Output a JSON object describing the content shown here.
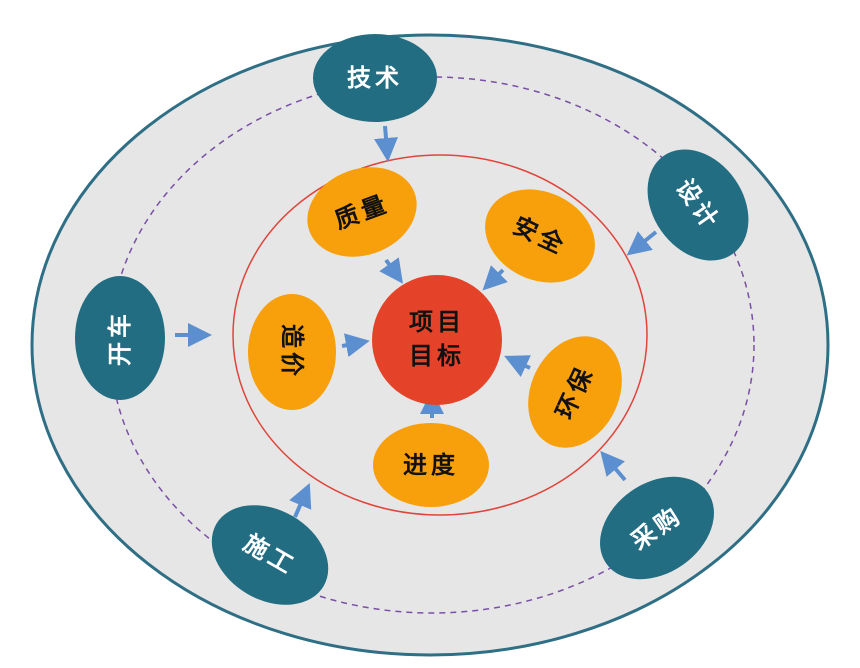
{
  "center": {
    "line1": "项目",
    "line2": "目标"
  },
  "inner_nodes": {
    "quality": "质量",
    "safety": "安全",
    "cost": "造价",
    "environment": "环保",
    "schedule": "进度"
  },
  "outer_nodes": {
    "technology": "技术",
    "design": "设计",
    "startup": "开车",
    "construction": "施工",
    "procurement": "采购"
  },
  "colors": {
    "outer_fill": "#e6e6e6",
    "outer_stroke": "#2f6f86",
    "teal": "#236d82",
    "orange": "#f7a00c",
    "center": "#e4432a",
    "arrow": "#5b8fd0",
    "dashed": "#7a4fa6",
    "red_ring": "#e0443a"
  }
}
